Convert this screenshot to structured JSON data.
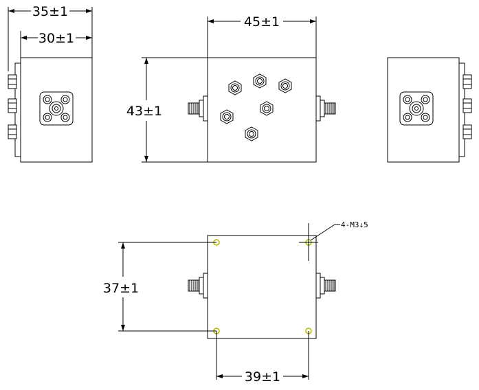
{
  "dimensions": {
    "side_outer_width": "35±1",
    "side_body_width": "30±1",
    "top_length": "45±1",
    "top_height": "43±1",
    "mount_spacing_vertical": "37±1",
    "mount_spacing_horizontal": "39±1"
  },
  "callouts": {
    "mount_holes": "4-M3↓5"
  },
  "colors": {
    "line": "#000000",
    "mount_hole": "#b8b800"
  }
}
